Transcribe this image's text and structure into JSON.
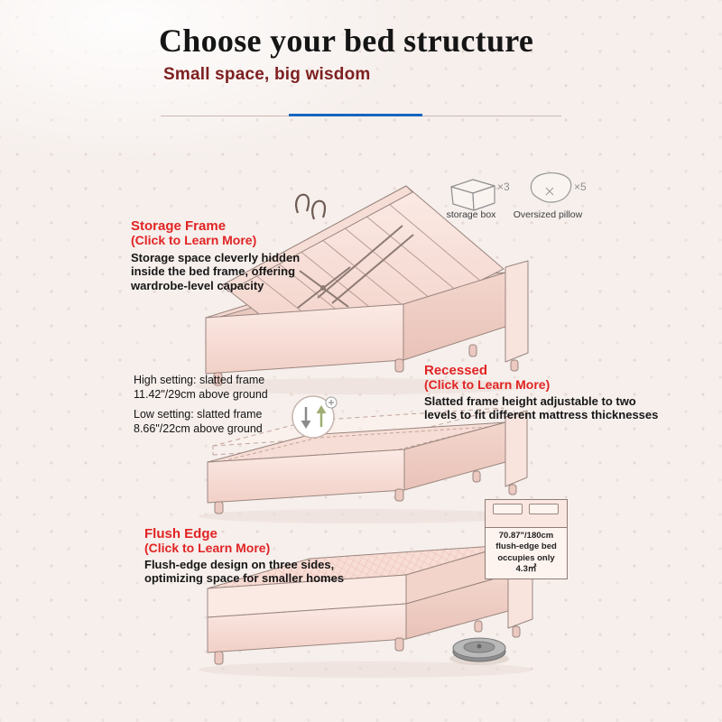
{
  "header": {
    "title": "Choose your bed structure",
    "subtitle": "Small space, big wisdom"
  },
  "legend": {
    "storage_box": {
      "count": "×3",
      "label": "storage box"
    },
    "pillow": {
      "count": "×5",
      "label": "Oversized pillow"
    }
  },
  "storage_frame": {
    "heading": "Storage Frame",
    "cta": "(Click to Learn More)",
    "description": "Storage space cleverly hidden inside the bed frame, offering wardrobe-level capacity"
  },
  "recessed": {
    "heading": "Recessed",
    "cta": "(Click to Learn More)",
    "description": "Slatted frame height adjustable to two levels to fit different mattress thicknesses",
    "high_setting": "High setting: slatted frame 11.42\"/29cm above ground",
    "low_setting": "Low setting: slatted frame 8.66\"/22cm above ground"
  },
  "flush_edge": {
    "heading": "Flush Edge",
    "cta": "(Click to Learn More)",
    "description": "Flush-edge design on three sides, optimizing space for smaller homes",
    "floorplan_lines": [
      "70.87\"/180cm",
      "flush-edge bed",
      "occupies only",
      "4.3㎡"
    ]
  },
  "colors": {
    "accent_red": "#e12424",
    "subtitle_maroon": "#7e2020",
    "divider_blue": "#1565c0",
    "bed_fill": "#f6ded6"
  }
}
